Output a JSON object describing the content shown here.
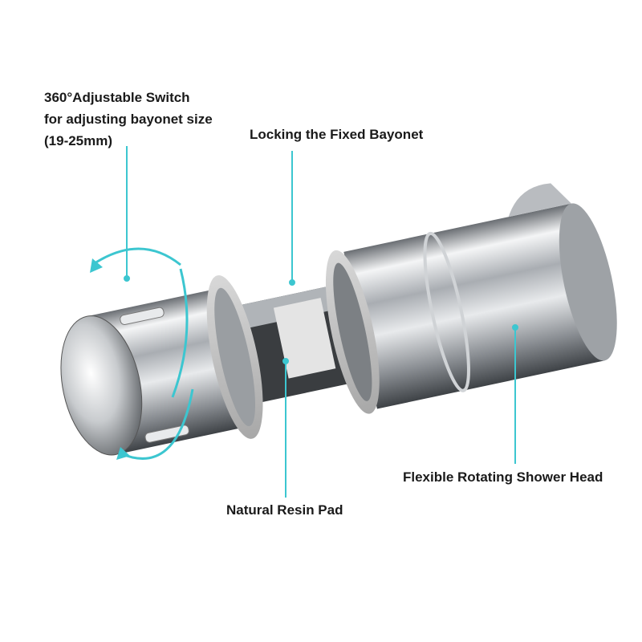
{
  "labels": {
    "switch_line1": "360°Adjustable Switch",
    "switch_line2": "for adjusting bayonet size",
    "switch_line3": "(19-25mm)",
    "locking": "Locking the Fixed Bayonet",
    "resin": "Natural Resin Pad",
    "rotating": "Flexible Rotating Shower Head"
  },
  "colors": {
    "accent": "#3cc6d0",
    "text": "#1a1a1a"
  }
}
